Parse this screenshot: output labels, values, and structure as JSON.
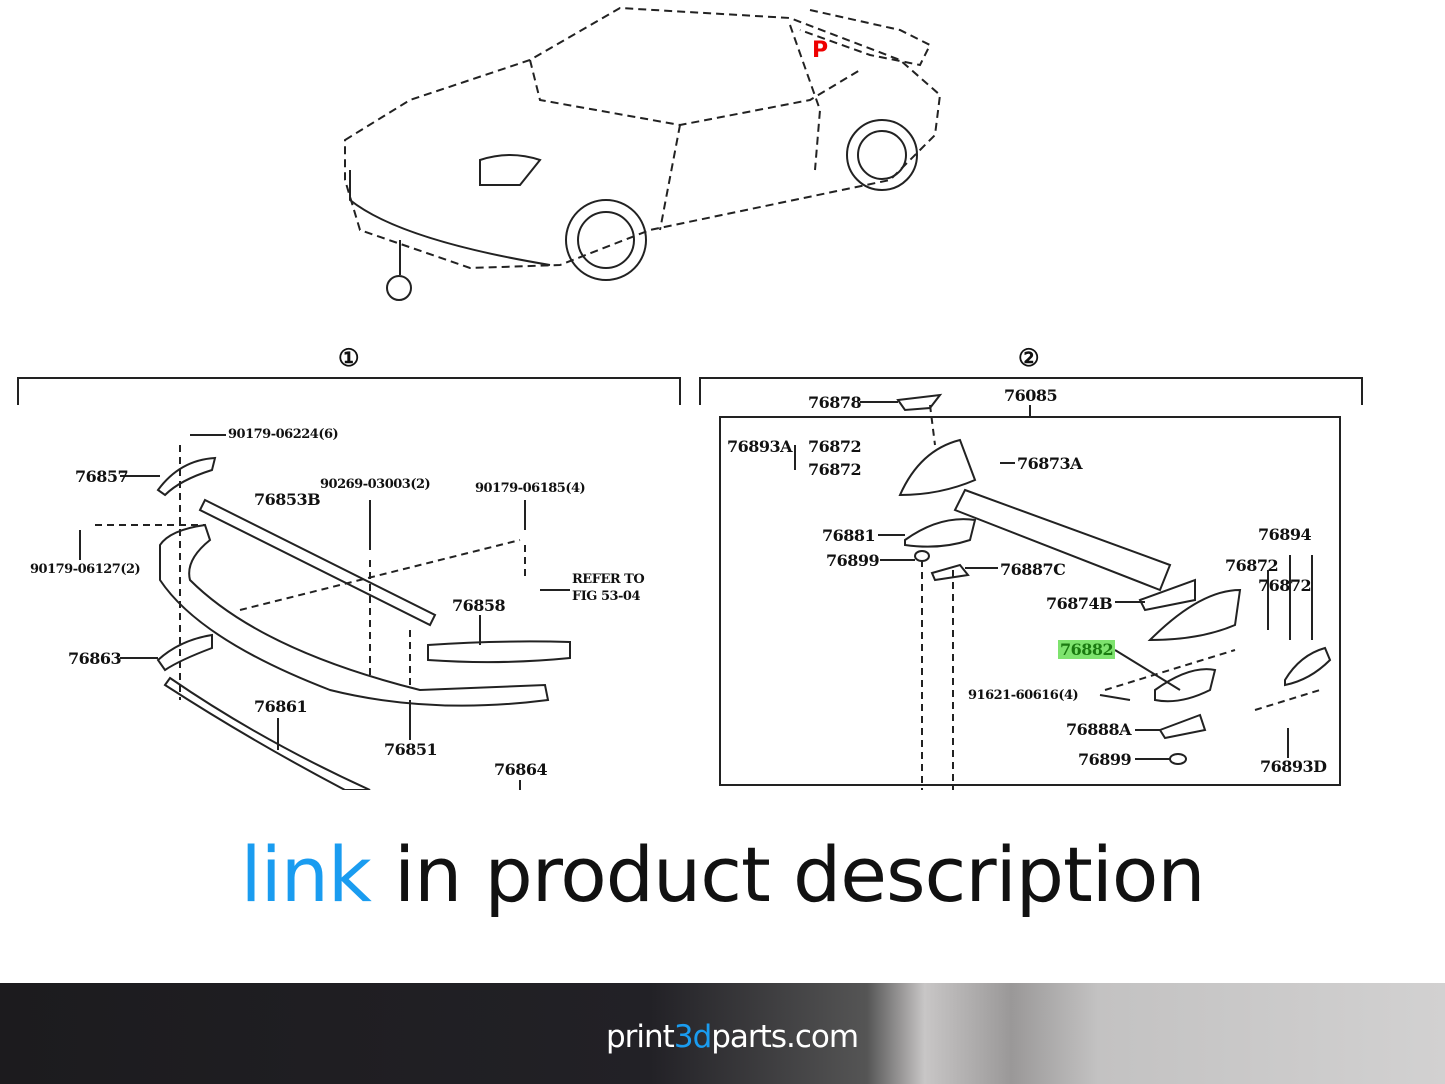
{
  "diagram": {
    "top_marker": "P",
    "callout_1": "①",
    "callout_2": "②",
    "section1": {
      "header": "①",
      "labels": [
        "90179-06224(6)",
        "76857",
        "76853B",
        "90269-03003(2)",
        "90179-06185(4)",
        "90179-06127(2)",
        "REFER TO",
        "FIG 53-04",
        "76858",
        "76863",
        "76861",
        "76851",
        "76864"
      ]
    },
    "section2": {
      "header": "②",
      "labels": [
        "76878",
        "76085",
        "76893A",
        "76872",
        "76872",
        "76873A",
        "76881",
        "76899",
        "76887C",
        "76894",
        "76872",
        "76872",
        "76874B",
        "76882",
        "91621-60616(4)",
        "76888A",
        "76899",
        "76893D"
      ],
      "highlighted": "76882",
      "highlight_color": "#7ee36e"
    }
  },
  "caption": {
    "link_word": "link",
    "rest": " in product description"
  },
  "footer": {
    "brand_prefix": "print",
    "brand_accent": "3d",
    "brand_suffix": "parts.com"
  },
  "colors": {
    "accent": "#1a9cf0"
  }
}
